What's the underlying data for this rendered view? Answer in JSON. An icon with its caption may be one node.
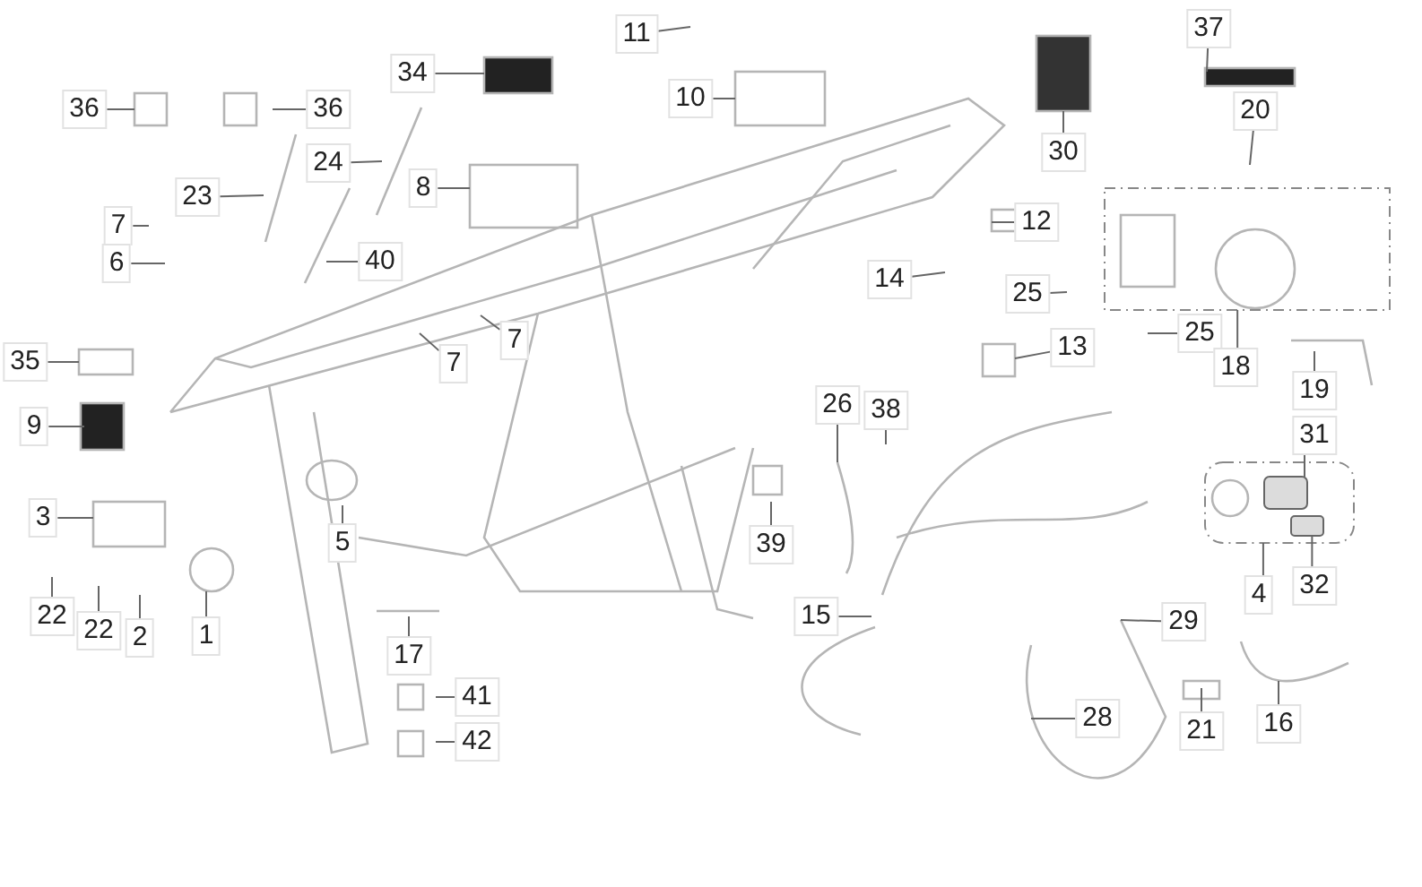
{
  "diagram": {
    "nodes": [
      {
        "text": [
          "36"
        ]
      },
      {
        "text": [
          "36"
        ]
      },
      {
        "text": [
          "34"
        ]
      },
      {
        "text": [
          "11"
        ]
      },
      {
        "text": [
          "10"
        ]
      },
      {
        "text": [
          "37"
        ]
      },
      {
        "text": [
          "20"
        ]
      },
      {
        "text": [
          "30"
        ]
      },
      {
        "text": [
          "8"
        ]
      },
      {
        "text": [
          "23"
        ]
      },
      {
        "text": [
          "24"
        ]
      },
      {
        "text": [
          "7"
        ]
      },
      {
        "text": [
          "12"
        ]
      },
      {
        "text": [
          "6"
        ]
      },
      {
        "text": [
          "40"
        ]
      },
      {
        "text": [
          "14"
        ]
      },
      {
        "text": [
          "25"
        ]
      },
      {
        "text": [
          "25"
        ]
      },
      {
        "text": [
          "7"
        ]
      },
      {
        "text": [
          "13"
        ]
      },
      {
        "text": [
          "7"
        ]
      },
      {
        "text": [
          "35"
        ]
      },
      {
        "text": [
          "18"
        ]
      },
      {
        "text": [
          "19"
        ]
      },
      {
        "text": [
          "26"
        ]
      },
      {
        "text": [
          "38"
        ]
      },
      {
        "text": [
          "9"
        ]
      },
      {
        "text": [
          "31"
        ]
      },
      {
        "text": [
          "3"
        ]
      },
      {
        "text": [
          "39"
        ]
      },
      {
        "text": [
          "5"
        ]
      },
      {
        "text": [
          "4"
        ]
      },
      {
        "text": [
          "32"
        ]
      },
      {
        "text": [
          "15"
        ]
      },
      {
        "text": [
          "29"
        ]
      },
      {
        "text": [
          "22"
        ]
      },
      {
        "text": [
          "22"
        ]
      },
      {
        "text": [
          "2"
        ]
      },
      {
        "text": [
          "1"
        ]
      },
      {
        "text": [
          "17"
        ]
      },
      {
        "text": [
          "41"
        ]
      },
      {
        "text": [
          "28"
        ]
      },
      {
        "text": [
          "16"
        ]
      },
      {
        "text": [
          "21"
        ]
      },
      {
        "text": [
          "42"
        ]
      },
      {
        "text": [],
        "shape": "box"
      },
      {
        "text": [],
        "shape": "box"
      },
      {
        "text": [],
        "shape": "box",
        "in": 46
      },
      {
        "text": [],
        "shape": "box",
        "in": 46
      }
    ],
    "edges": [
      {
        "from": 0,
        "to": null,
        "arrow": "none"
      },
      {
        "from": 1,
        "to": null,
        "arrow": "none"
      },
      {
        "from": 2,
        "to": null,
        "arrow": "none"
      },
      {
        "from": 3,
        "to": null,
        "arrow": "none"
      },
      {
        "from": 4,
        "to": null,
        "arrow": "none"
      },
      {
        "from": 5,
        "to": null,
        "arrow": "none"
      },
      {
        "from": 6,
        "to": null,
        "arrow": "none"
      },
      {
        "from": 7,
        "to": null,
        "arrow": "none"
      },
      {
        "from": 8,
        "to": null,
        "arrow": "none"
      },
      {
        "from": 9,
        "to": null,
        "arrow": "none"
      },
      {
        "from": 10,
        "to": null,
        "arrow": "none"
      },
      {
        "from": 11,
        "to": null,
        "arrow": "none"
      },
      {
        "from": 12,
        "to": null,
        "arrow": "none"
      },
      {
        "from": 13,
        "to": null,
        "arrow": "none"
      },
      {
        "from": 14,
        "to": null,
        "arrow": "none"
      },
      {
        "from": 15,
        "to": null,
        "arrow": "none"
      },
      {
        "from": 16,
        "to": null,
        "arrow": "none"
      },
      {
        "from": 17,
        "to": null,
        "arrow": "none"
      },
      {
        "from": 18,
        "to": null,
        "arrow": "none"
      },
      {
        "from": 19,
        "to": null,
        "arrow": "none"
      },
      {
        "from": 20,
        "to": null,
        "arrow": "none"
      },
      {
        "from": 21,
        "to": null,
        "arrow": "none"
      },
      {
        "from": 22,
        "to": 45,
        "arrow": "none"
      },
      {
        "from": 23,
        "to": null,
        "arrow": "none"
      },
      {
        "from": 24,
        "to": null,
        "arrow": "none"
      },
      {
        "from": 25,
        "to": null,
        "arrow": "none"
      },
      {
        "from": 26,
        "to": null,
        "arrow": "none"
      },
      {
        "from": 27,
        "to": 47,
        "arrow": "none"
      },
      {
        "from": 28,
        "to": null,
        "arrow": "none"
      },
      {
        "from": 29,
        "to": null,
        "arrow": "none"
      },
      {
        "from": 30,
        "to": null,
        "arrow": "none"
      },
      {
        "from": 31,
        "to": 46,
        "arrow": "none"
      },
      {
        "from": 32,
        "to": 48,
        "arrow": "none"
      },
      {
        "from": 33,
        "to": null,
        "arrow": "none"
      },
      {
        "from": 34,
        "to": null,
        "arrow": "none"
      },
      {
        "from": 35,
        "to": null,
        "arrow": "none"
      },
      {
        "from": 36,
        "to": null,
        "arrow": "none"
      },
      {
        "from": 37,
        "to": null,
        "arrow": "none"
      },
      {
        "from": 38,
        "to": null,
        "arrow": "none"
      },
      {
        "from": 39,
        "to": null,
        "arrow": "none"
      },
      {
        "from": 40,
        "to": null,
        "arrow": "none"
      },
      {
        "from": 41,
        "to": null,
        "arrow": "none"
      },
      {
        "from": 42,
        "to": null,
        "arrow": "none"
      },
      {
        "from": 43,
        "to": null,
        "arrow": "none"
      },
      {
        "from": 44,
        "to": null,
        "arrow": "none"
      }
    ]
  }
}
